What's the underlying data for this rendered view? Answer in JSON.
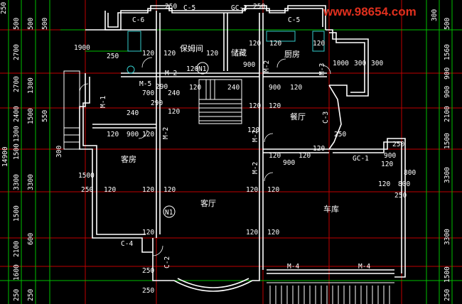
{
  "watermark": "www.98654.com",
  "rooms": {
    "nanny": "保姆间",
    "storage": "储藏",
    "kitchen": "厨房",
    "dining": "餐厅",
    "guest": "客房",
    "living": "客厅",
    "garage": "车库"
  },
  "markers": {
    "north_1": "N1",
    "north_2": "N1"
  },
  "tags": {
    "c5a": "C-5",
    "gc2": "GC-2",
    "c5b": "C-5",
    "c6": "C-6",
    "m2a": "M-2",
    "m2b": "M-2",
    "m3": "M-3",
    "m5": "M-5",
    "m1": "M-1",
    "c3": "C-3",
    "m2c": "M-2",
    "m2d": "M-2",
    "m2e": "M-2",
    "gc1": "GC-1",
    "c4": "C-4",
    "c2": "C-2",
    "m4a": "M-4",
    "m4b": "M-4"
  },
  "left_dims": [
    "250",
    "500",
    "2700",
    "2700",
    "2400",
    "1300",
    "1500",
    "3300",
    "1500",
    "2100",
    "1600",
    "250"
  ],
  "left_dims_inner": [
    "500",
    "500",
    "1500",
    "1300",
    "550",
    "300",
    "3300",
    "600",
    "250"
  ],
  "right_dims": [
    "300",
    "500",
    "1560",
    "900",
    "900",
    "2100",
    "1500",
    "3300",
    "3300",
    "1500",
    "250"
  ],
  "total_left": "14900",
  "interior_dims": {
    "d1900": "1900",
    "d250a": "250",
    "d120a": "120",
    "d120b": "120",
    "d120c": "120",
    "d120d": "120",
    "d120e": "120",
    "d120f": "120",
    "d900a": "900",
    "d120g": "120",
    "d1000": "1000",
    "d300a": "300",
    "d300b": "300",
    "d700": "700",
    "d290a": "290",
    "d290b": "290",
    "d240a": "240",
    "d240b": "240",
    "d900b": "900",
    "d120h": "120",
    "d120i": "120",
    "d120j": "120",
    "d240c": "240",
    "d120k": "120",
    "d900c": "900",
    "d120l": "120",
    "d250b": "250",
    "d120m": "120",
    "d900d": "900",
    "d120n": "120",
    "d120o": "120",
    "d120p": "120",
    "d1500": "1500",
    "d250c": "250",
    "d120q": "120",
    "d120r": "120",
    "d120s": "120",
    "d120t": "120",
    "d120u": "120",
    "d120v": "120",
    "d800": "800",
    "d250d": "250",
    "d250e": "250",
    "d120w": "120",
    "d120x": "120",
    "d120y": "120",
    "d900e": "900",
    "d120z": "120",
    "d120aa": "120",
    "d120ab": "120",
    "d250f": "250",
    "d250g": "250",
    "d250h": "250",
    "d250i": "250",
    "d800b": "800"
  }
}
